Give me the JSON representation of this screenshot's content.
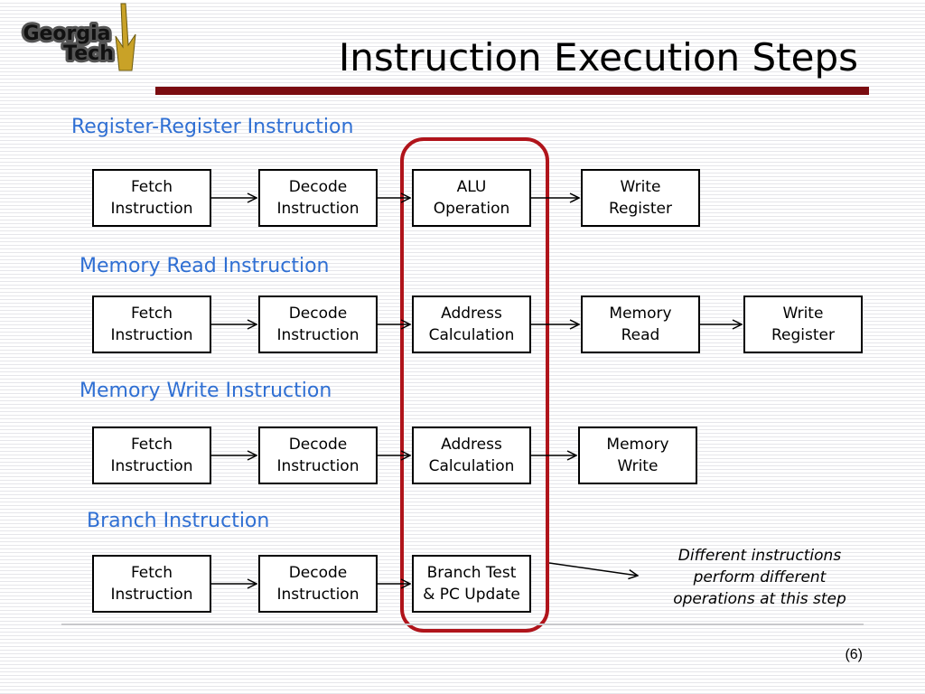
{
  "title": "Instruction Execution Steps",
  "logo": {
    "line1": "Georgia",
    "line2": "Tech"
  },
  "rows": [
    {
      "label": "Register-Register Instruction",
      "steps": [
        "Fetch\nInstruction",
        "Decode\nInstruction",
        "ALU\nOperation",
        "Write\nRegister"
      ]
    },
    {
      "label": "Memory Read Instruction",
      "steps": [
        "Fetch\nInstruction",
        "Decode\nInstruction",
        "Address\nCalculation",
        "Memory\nRead",
        "Write\nRegister"
      ]
    },
    {
      "label": "Memory Write Instruction",
      "steps": [
        "Fetch\nInstruction",
        "Decode\nInstruction",
        "Address\nCalculation",
        "Memory\nWrite"
      ]
    },
    {
      "label": "Branch Instruction",
      "steps": [
        "Fetch\nInstruction",
        "Decode\nInstruction",
        "Branch Test\n& PC Update"
      ]
    }
  ],
  "note": "Different instructions\nperform different\noperations at this step",
  "page_number": "(6)",
  "colors": {
    "accent_bar": "#7a0c10",
    "highlight": "#b0141b",
    "section_label": "#2f6fd3"
  }
}
